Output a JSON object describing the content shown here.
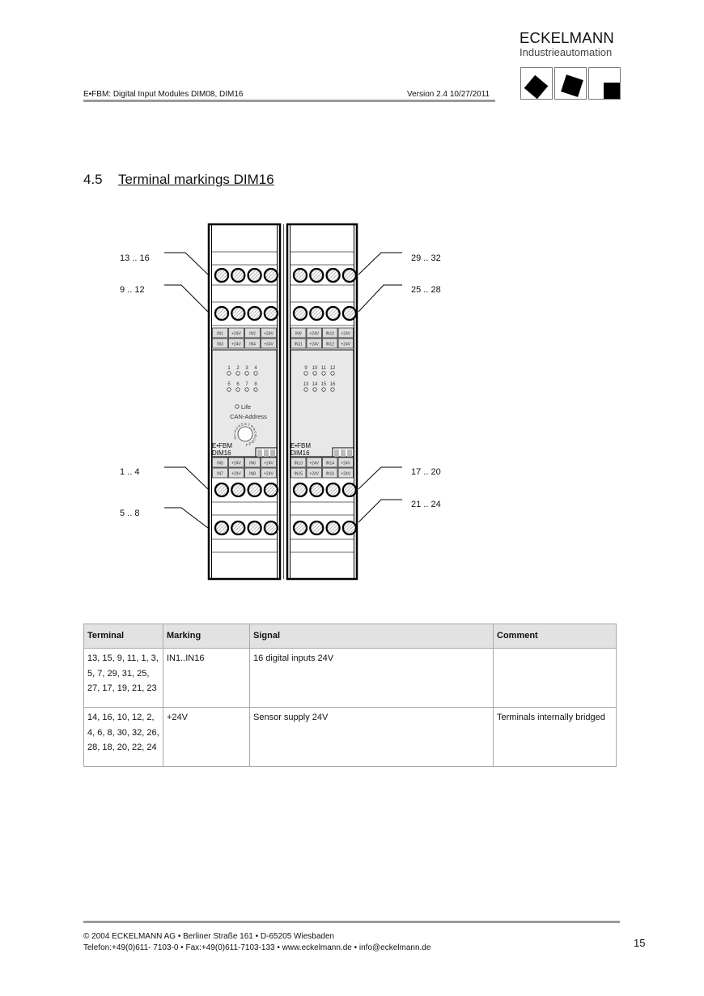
{
  "header": {
    "doc_title": "E•FBM: Digital Input Modules DIM08, DIM16",
    "version": "Version 2.4  10/27/2011",
    "logo_name": "ECKELMANN",
    "logo_sub": "Industrieautomation"
  },
  "section": {
    "number": "4.5",
    "title": "Terminal markings DIM16"
  },
  "diagram": {
    "left_labels": [
      "13 .. 16",
      "9 .. 12",
      "1 .. 4",
      "5 .. 8"
    ],
    "right_labels": [
      "29 .. 32",
      "25 .. 28",
      "17 .. 20",
      "21 .. 24"
    ],
    "modules": [
      {
        "name_line1": "E•FBM",
        "name_line2": "DIM16",
        "top_rows": [
          [
            "IN1",
            "+24V",
            "IN2",
            "+24V"
          ],
          [
            "IN3",
            "+24V",
            "IN4",
            "+24V"
          ]
        ],
        "bottom_rows": [
          [
            "IN5",
            "+24V",
            "IN6",
            "+24V"
          ],
          [
            "IN7",
            "+24V",
            "IN8",
            "+24V"
          ]
        ],
        "leds": [
          [
            "1",
            "2",
            "3",
            "4"
          ],
          [
            "5",
            "6",
            "7",
            "8"
          ]
        ],
        "life_label": "Life",
        "can_label": "CAN-Address",
        "dial_chars": "0123456789ABCDEF"
      },
      {
        "name_line1": "E•FBM",
        "name_line2": "DIM16",
        "top_rows": [
          [
            "IN9",
            "+24V",
            "IN10",
            "+24V"
          ],
          [
            "IN11",
            "+24V",
            "IN12",
            "+24V"
          ]
        ],
        "bottom_rows": [
          [
            "IN13",
            "+24V",
            "IN14",
            "+24V"
          ],
          [
            "IN15",
            "+24V",
            "IN16",
            "+24V"
          ]
        ],
        "leds": [
          [
            "9",
            "10",
            "11",
            "12"
          ],
          [
            "13",
            "14",
            "15",
            "16"
          ]
        ]
      }
    ]
  },
  "table": {
    "headers": [
      "Terminal",
      "Marking",
      "Signal",
      "Comment"
    ],
    "rows": [
      [
        "13, 15, 9, 11, 1, 3, 5, 7, 29, 31, 25, 27, 17, 19, 21, 23",
        "IN1..IN16",
        "16 digital inputs 24V",
        ""
      ],
      [
        "14, 16, 10, 12, 2, 4, 6, 8, 30, 32, 26, 28, 18, 20, 22, 24",
        "+24V",
        "Sensor supply 24V",
        "Terminals internally bridged"
      ]
    ]
  },
  "footer": {
    "line1": "©  2004 ECKELMANN AG • Berliner Straße 161 • D-65205 Wiesbaden",
    "line2": "Telefon:+49(0)611- 7103-0 • Fax:+49(0)611-7103-133 • www.eckelmann.de • info@eckelmann.de",
    "page_number": "15"
  }
}
